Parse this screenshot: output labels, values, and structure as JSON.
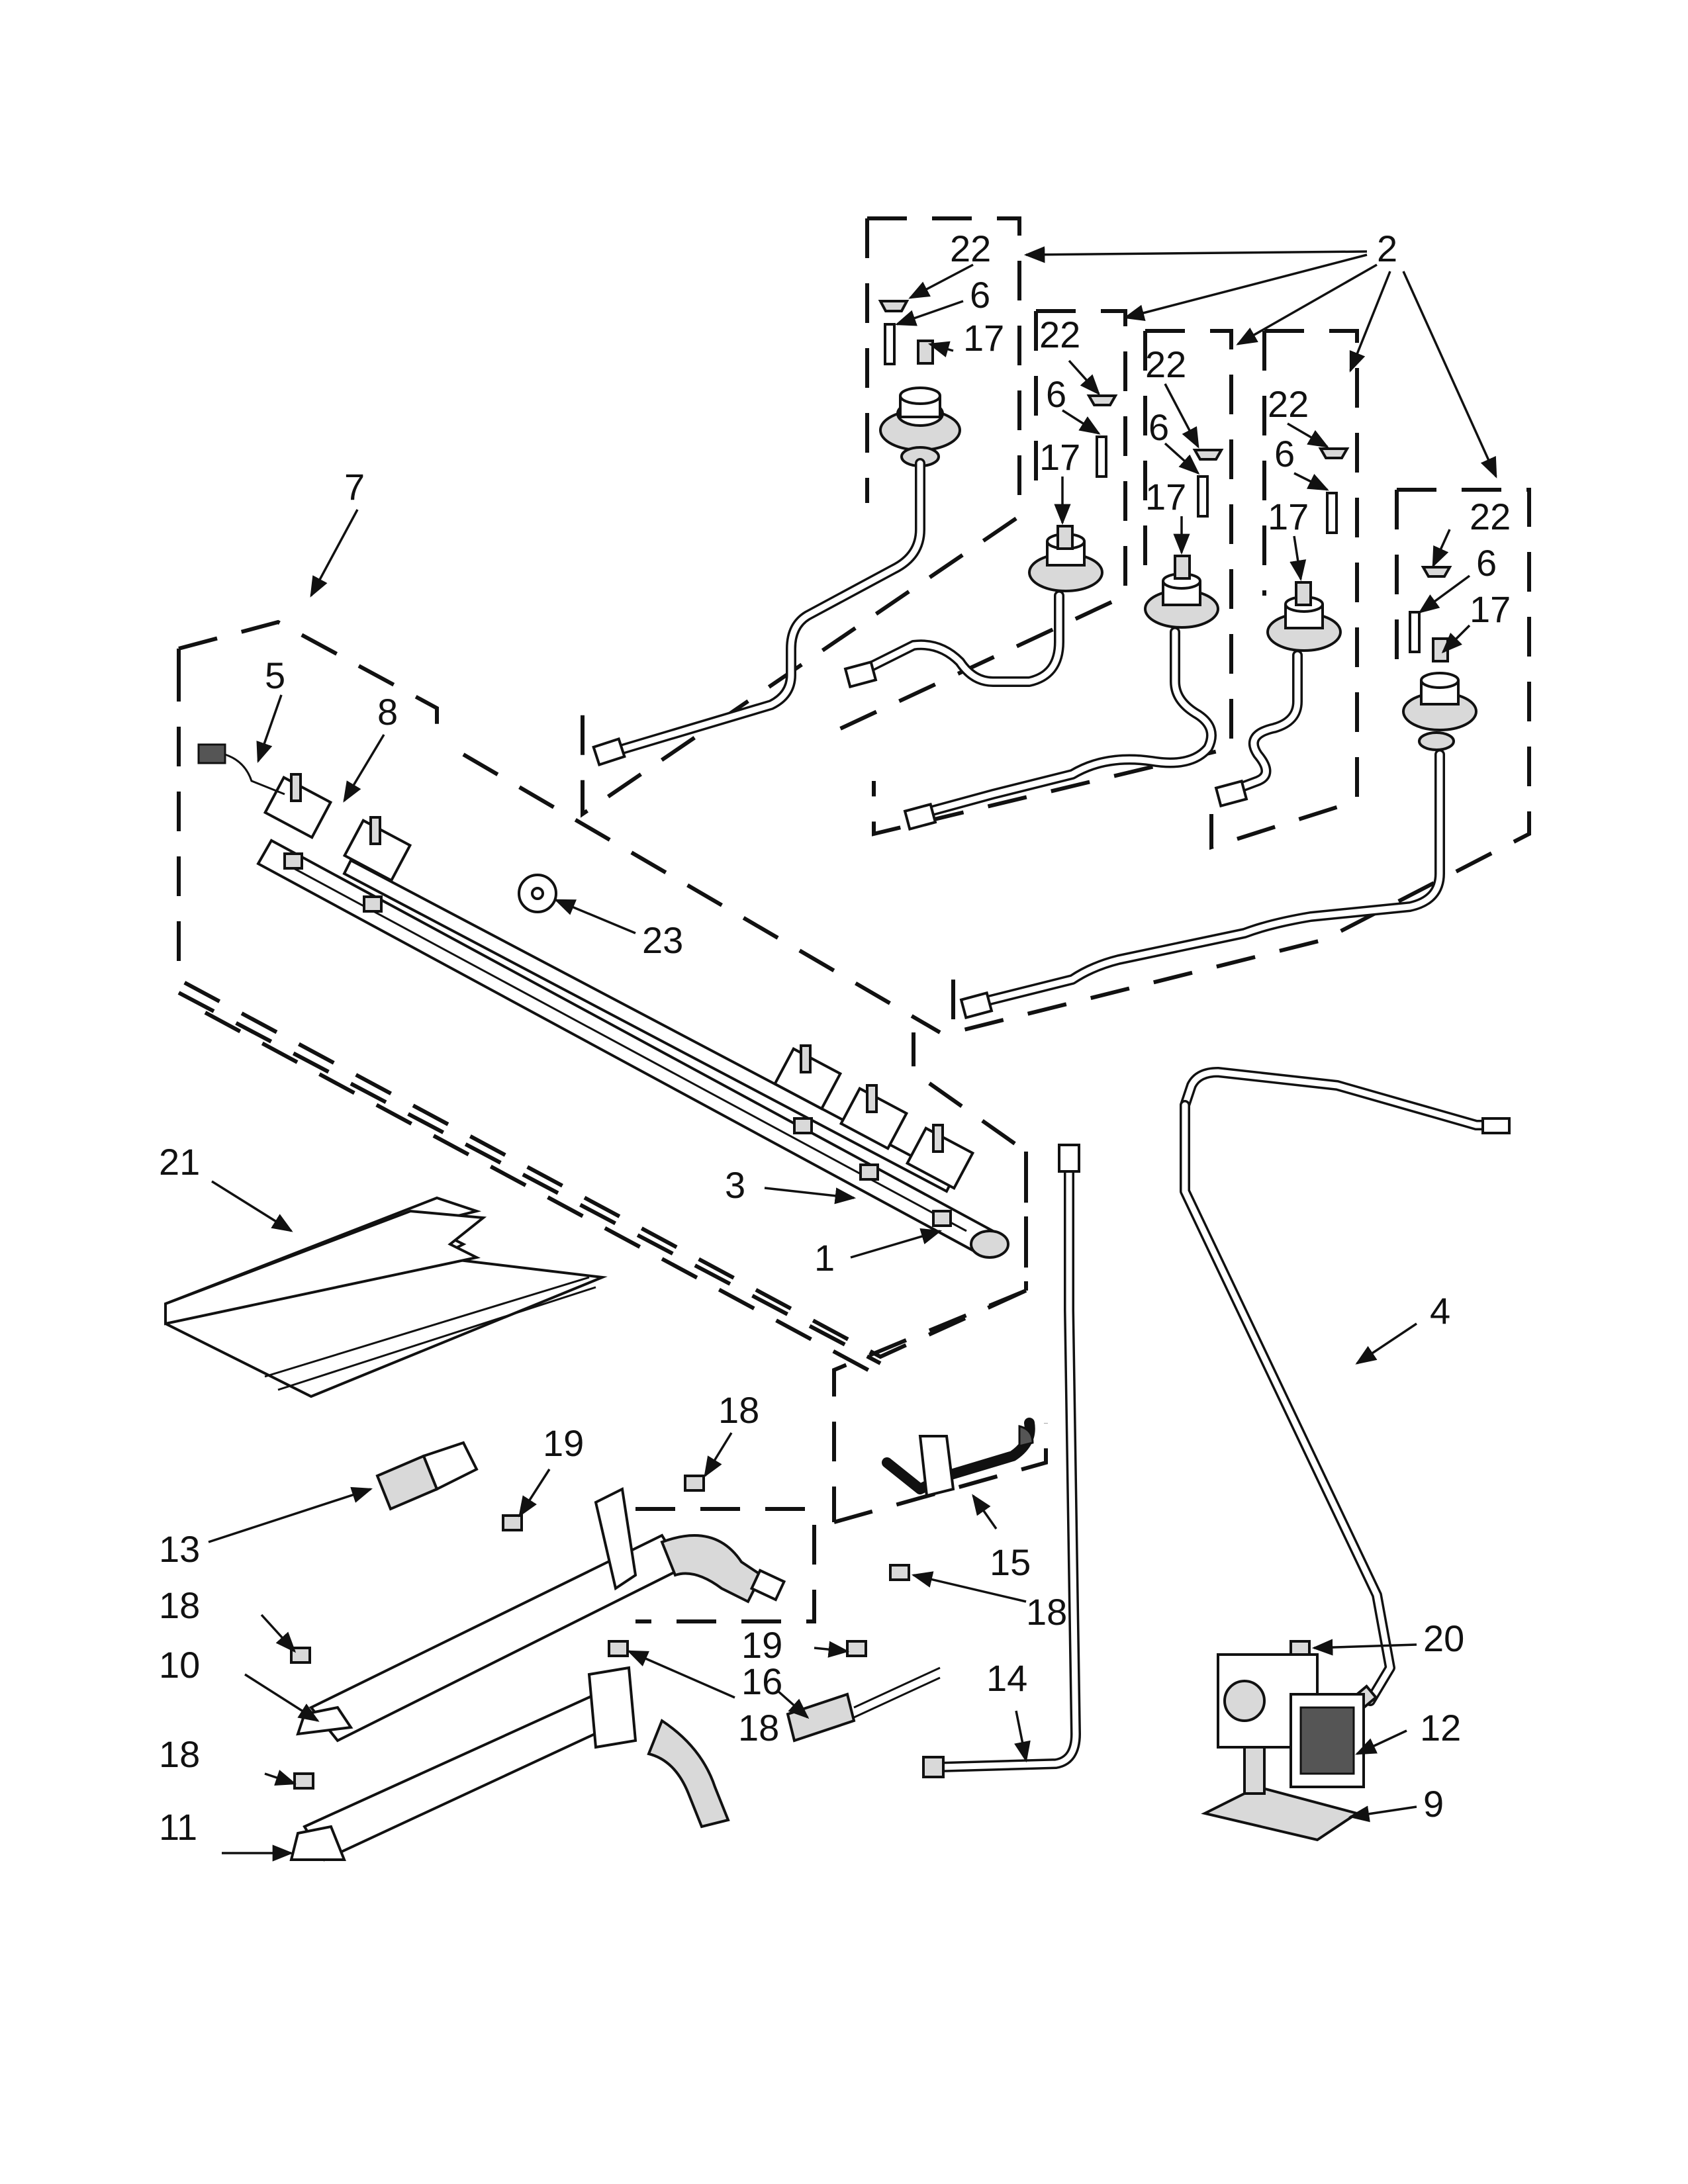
{
  "callouts": {
    "c1": "1",
    "c2": "2",
    "c3": "3",
    "c4": "4",
    "c5": "5",
    "c6": "6",
    "c7": "7",
    "c8": "8",
    "c9": "9",
    "c10": "10",
    "c11": "11",
    "c12": "12",
    "c13": "13",
    "c14": "14",
    "c15": "15",
    "c16": "16",
    "c17": "17",
    "c18": "18",
    "c19": "19",
    "c20": "20",
    "c21": "21",
    "c22": "22",
    "c23": "23"
  },
  "colors": {
    "line": "#111111",
    "fill": "#ffffff",
    "shade": "#d9d9d9",
    "background": "#ffffff"
  }
}
